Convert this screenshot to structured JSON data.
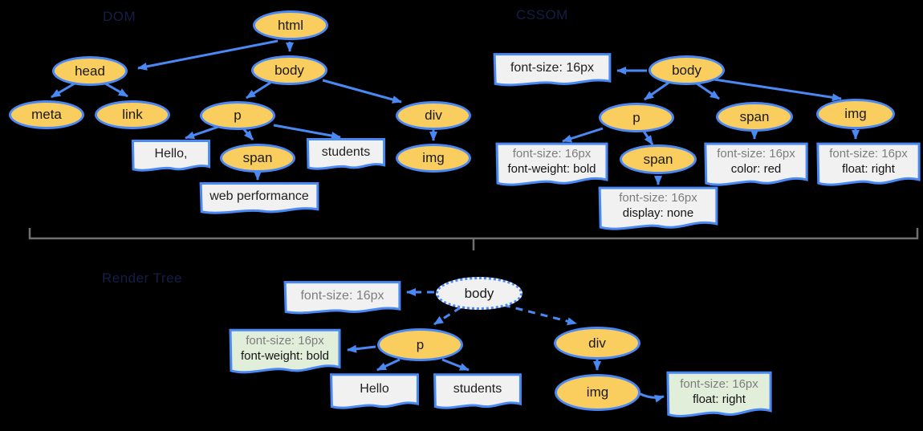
{
  "titles": {
    "dom": "DOM",
    "cssom": "CSSOM",
    "render": "Render Tree"
  },
  "colors": {
    "background": "#000000",
    "node_fill_yellow": "#FACD5F",
    "node_border_blue": "#4A89F4",
    "arrow_blue": "#4A89F4",
    "doc_box_fill": "#F1F1F1",
    "doc_box_fill_green": "#E1EEDA",
    "inherited_text_grey": "#7D7D7D",
    "text_black": "#1A1A1A",
    "bracket_grey": "#6F6F6F",
    "render_body_fill": "#F1F1F1"
  },
  "dom": {
    "html": "html",
    "head": "head",
    "body": "body",
    "meta": "meta",
    "link": "link",
    "p": "p",
    "div": "div",
    "span": "span",
    "img": "img",
    "hello": "Hello,",
    "students": "students",
    "webperf": "web performance"
  },
  "cssom": {
    "body": "body",
    "p": "p",
    "span": "span",
    "img": "img",
    "span2": "span",
    "box_body": "font-size: 16px",
    "box_p_line1": "font-size: 16px",
    "box_p_line2": "font-weight: bold",
    "box_span2_line1": "font-size: 16px",
    "box_span2_line2": "display: none",
    "box_span_line1": "font-size: 16px",
    "box_span_line2": "color: red",
    "box_img_line1": "font-size: 16px",
    "box_img_line2": "float: right"
  },
  "render": {
    "body": "body",
    "p": "p",
    "div": "div",
    "img": "img",
    "hello": "Hello",
    "students": "students",
    "box_body": "font-size: 16px",
    "box_p_line1": "font-size: 16px",
    "box_p_line2": "font-weight: bold",
    "box_img_line1": "font-size: 16px",
    "box_img_line2": "float: right"
  }
}
